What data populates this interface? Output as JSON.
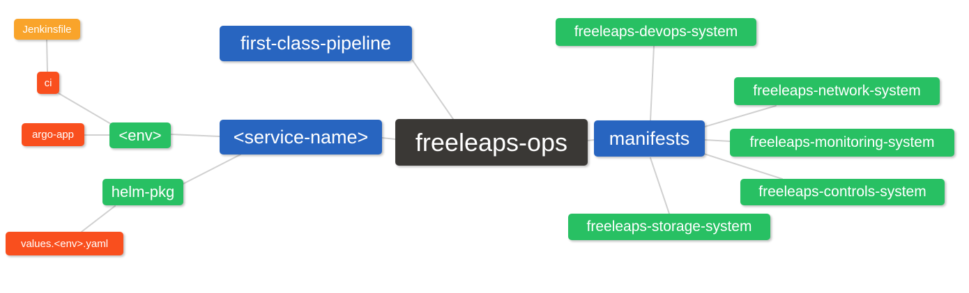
{
  "diagram": {
    "type": "mindmap",
    "background": "#ffffff",
    "colors": {
      "root_node": "#3a3835",
      "branch_blue": "#2865c0",
      "branch_green": "#28c063",
      "leaf_red": "#f94f1e",
      "leaf_orange": "#f9a42b",
      "edge_line": "#d0d0d0",
      "node_text": "#ffffff"
    },
    "nodes": {
      "root": {
        "label": "freeleaps-ops"
      },
      "first_class_pipeline": {
        "label": "first-class-pipeline"
      },
      "service_name": {
        "label": "<service-name>"
      },
      "manifests": {
        "label": "manifests"
      },
      "env": {
        "label": "<env>"
      },
      "helm_pkg": {
        "label": "helm-pkg"
      },
      "ci": {
        "label": "ci"
      },
      "argo_app": {
        "label": "argo-app"
      },
      "jenkinsfile": {
        "label": "Jenkinsfile"
      },
      "values_env_yaml": {
        "label": "values.<env>.yaml"
      },
      "devops_system": {
        "label": "freeleaps-devops-system"
      },
      "network_system": {
        "label": "freeleaps-network-system"
      },
      "monitoring_system": {
        "label": "freeleaps-monitoring-system"
      },
      "controls_system": {
        "label": "freeleaps-controls-system"
      },
      "storage_system": {
        "label": "freeleaps-storage-system"
      }
    },
    "edges": [
      {
        "from": "jenkinsfile",
        "to": "ci"
      },
      {
        "from": "ci",
        "to": "env"
      },
      {
        "from": "argo_app",
        "to": "env"
      },
      {
        "from": "env",
        "to": "service_name"
      },
      {
        "from": "helm_pkg",
        "to": "service_name"
      },
      {
        "from": "values_env_yaml",
        "to": "helm_pkg"
      },
      {
        "from": "first_class_pipeline",
        "to": "root"
      },
      {
        "from": "service_name",
        "to": "root"
      },
      {
        "from": "root",
        "to": "manifests"
      },
      {
        "from": "manifests",
        "to": "devops_system"
      },
      {
        "from": "manifests",
        "to": "network_system"
      },
      {
        "from": "manifests",
        "to": "monitoring_system"
      },
      {
        "from": "manifests",
        "to": "controls_system"
      },
      {
        "from": "manifests",
        "to": "storage_system"
      }
    ]
  }
}
